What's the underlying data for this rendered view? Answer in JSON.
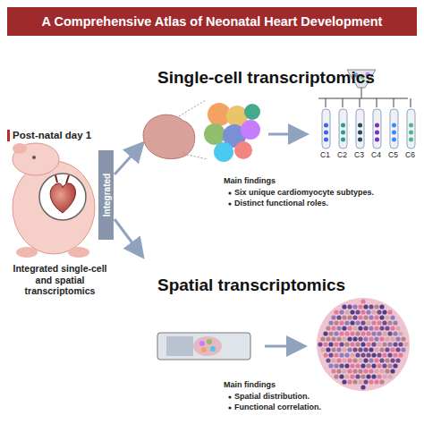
{
  "diagram": {
    "title": "A Comprehensive Atlas of Neonatal Heart Development",
    "nodes": [
      {
        "text": [
          "Integrated"
        ]
      }
    ],
    "labels": [
      "Post-natal day 1",
      "Integrated single-cell and spatial transcriptomics",
      "Single-cell transcriptomics",
      "Main findings",
      "Six unique cardiomyocyte subtypes.",
      "Distinct functional roles.",
      "C1",
      "C2",
      "C3",
      "C4",
      "C5",
      "C6",
      "Spatial transcriptomics",
      "Main findings",
      "Spatial distribution.",
      "Functional correlation."
    ]
  }
}
